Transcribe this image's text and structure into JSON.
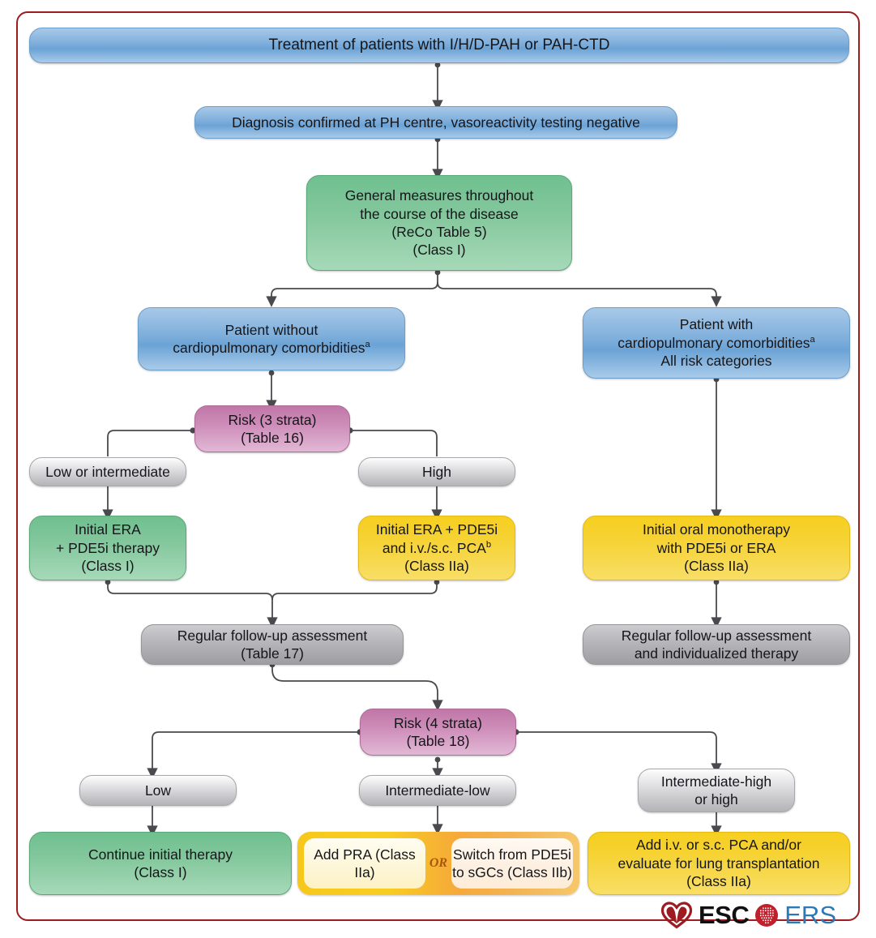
{
  "figure": {
    "title": "Treatment of patients with I/H/D-PAH or PAH-CTD",
    "border_color": "#9e1b20"
  },
  "nodes": {
    "title_box": "Treatment of patients with I/H/D-PAH or PAH-CTD",
    "diagnosis": "Diagnosis confirmed at PH centre, vasoreactivity testing negative",
    "general_measures": {
      "line1": "General measures throughout",
      "line2": "the course of the disease",
      "line3": "(ReCo Table 5)",
      "line4": "(Class I)"
    },
    "patient_without": {
      "line1": "Patient without",
      "line2": "cardiopulmonary comorbidities",
      "sup": "a"
    },
    "patient_with": {
      "line1": "Patient with",
      "line2": "cardiopulmonary comorbidities",
      "sup": "a",
      "line3": "All risk categories"
    },
    "risk3": {
      "line1": "Risk (3 strata)",
      "line2": "(Table 16)"
    },
    "low_or_intermediate": "Low or intermediate",
    "high": "High",
    "initial_era_pde5i": {
      "line1": "Initial ERA",
      "line2": "+ PDE5i therapy",
      "line3": "(Class I)"
    },
    "initial_era_pde5i_pca": {
      "line1": "Initial ERA + PDE5i",
      "line2": "and i.v./s.c. PCA",
      "sup": "b",
      "line3": "(Class IIa)"
    },
    "initial_oral_mono": {
      "line1": "Initial oral monotherapy",
      "line2": "with PDE5i or ERA",
      "line3": "(Class IIa)"
    },
    "followup_table17": {
      "line1": "Regular follow-up assessment",
      "line2": "(Table 17)"
    },
    "followup_individualized": {
      "line1": "Regular follow-up assessment",
      "line2": "and individualized therapy"
    },
    "risk4": {
      "line1": "Risk (4 strata)",
      "line2": "(Table 18)"
    },
    "low": "Low",
    "intermediate_low": "Intermediate-low",
    "intermediate_high_or_high": {
      "line1": "Intermediate-high",
      "line2": "or high"
    },
    "continue_initial": {
      "line1": "Continue initial therapy",
      "line2": "(Class I)"
    },
    "add_pra": {
      "line1": "Add PRA",
      "line2": "(Class IIa)"
    },
    "or_label": "OR",
    "switch_sgcs": {
      "line1": "Switch from",
      "line2": "PDE5i to sGCs",
      "line3": "(Class IIb)"
    },
    "add_pca_transplant": {
      "line1": "Add i.v. or s.c. PCA and/or",
      "line2": "evaluate for lung transplantation",
      "line3": "(Class IIa)"
    }
  },
  "footer": {
    "esc_label": "ESC",
    "ers_label": "ERS"
  },
  "colors": {
    "blue": "#7eaedb",
    "green": "#83c79c",
    "purple": "#cd8cb8",
    "grey": "#c5c5c8",
    "grey_dark": "#b8b8bc",
    "yellow": "#f6d233",
    "orange": "#f6a93a",
    "border_red": "#9e1b20",
    "connector": "#4a4a4e",
    "ers_blue": "#2d79b5",
    "esc_red": "#9e1b20"
  }
}
